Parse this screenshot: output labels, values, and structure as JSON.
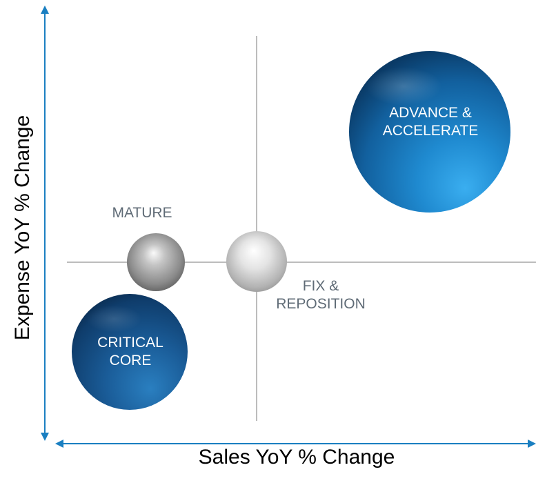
{
  "axes": {
    "x_title": "Sales YoY % Change",
    "y_title": "Expense YoY % Change",
    "axis_color": "#1a7fc1",
    "grid_color": "#a6a6a6"
  },
  "bubbles": [
    {
      "id": "advance",
      "label_line1": "ADVANCE &",
      "label_line2": "ACCELERATE",
      "style": "light-blue",
      "label_inside": true
    },
    {
      "id": "mature",
      "label_line1": "MATURE",
      "label_line2": "",
      "style": "gray",
      "label_inside": false
    },
    {
      "id": "fix",
      "label_line1": "FIX &",
      "label_line2": "REPOSITION",
      "style": "silver",
      "label_inside": false
    },
    {
      "id": "critical",
      "label_line1": "CRITICAL",
      "label_line2": "CORE",
      "style": "dark-blue",
      "label_inside": true
    }
  ],
  "colors": {
    "light_blue": "#2a8fd2",
    "dark_blue": "#1c5d95",
    "label_gray": "#5f6b76"
  }
}
